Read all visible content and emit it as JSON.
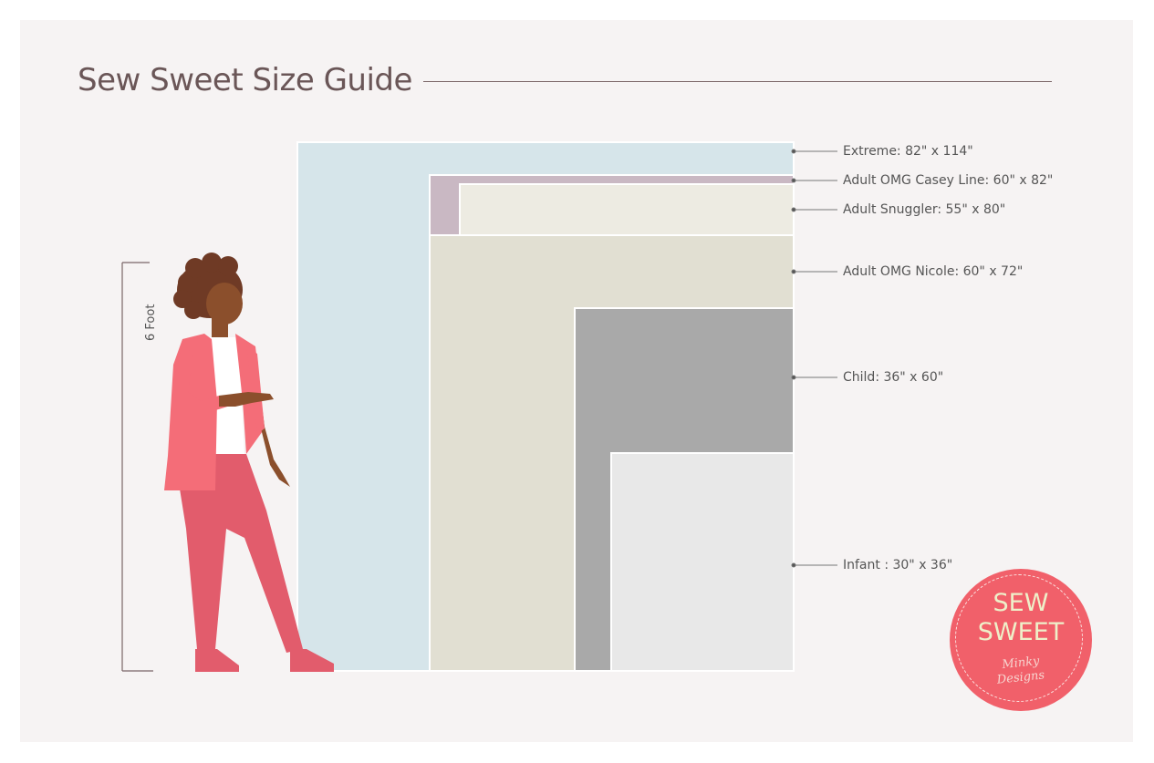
{
  "title": "Sew Sweet Size Guide",
  "height_reference": "6 Foot",
  "colors": {
    "background": "#f6f3f3",
    "title": "#6a5657",
    "extreme": "#d6e5ea",
    "casey": "#c9b8c3",
    "snuggler": "#edebe2",
    "nicole": "#e1dfd2",
    "child": "#a9a9a9",
    "infant": "#e8e8e8",
    "badge": "#f1606a",
    "figure_jacket": "#f46d78",
    "figure_pants": "#e25c6c",
    "figure_skin": "#8b4f2c",
    "figure_hair": "#6f3a25"
  },
  "sizes": [
    {
      "id": "extreme",
      "label": "Extreme: 82\" x 114\""
    },
    {
      "id": "casey",
      "label": "Adult OMG Casey Line: 60\" x 82\""
    },
    {
      "id": "snuggler",
      "label": "Adult Snuggler: 55\" x 80\""
    },
    {
      "id": "nicole",
      "label": "Adult OMG Nicole: 60\" x 72\""
    },
    {
      "id": "child",
      "label": "Child: 36\" x 60\""
    },
    {
      "id": "infant",
      "label": "Infant : 30\" x 36\""
    }
  ],
  "badge": {
    "line1": "SEW",
    "line2": "SWEET",
    "line3": "Minky",
    "line4": "Designs"
  }
}
